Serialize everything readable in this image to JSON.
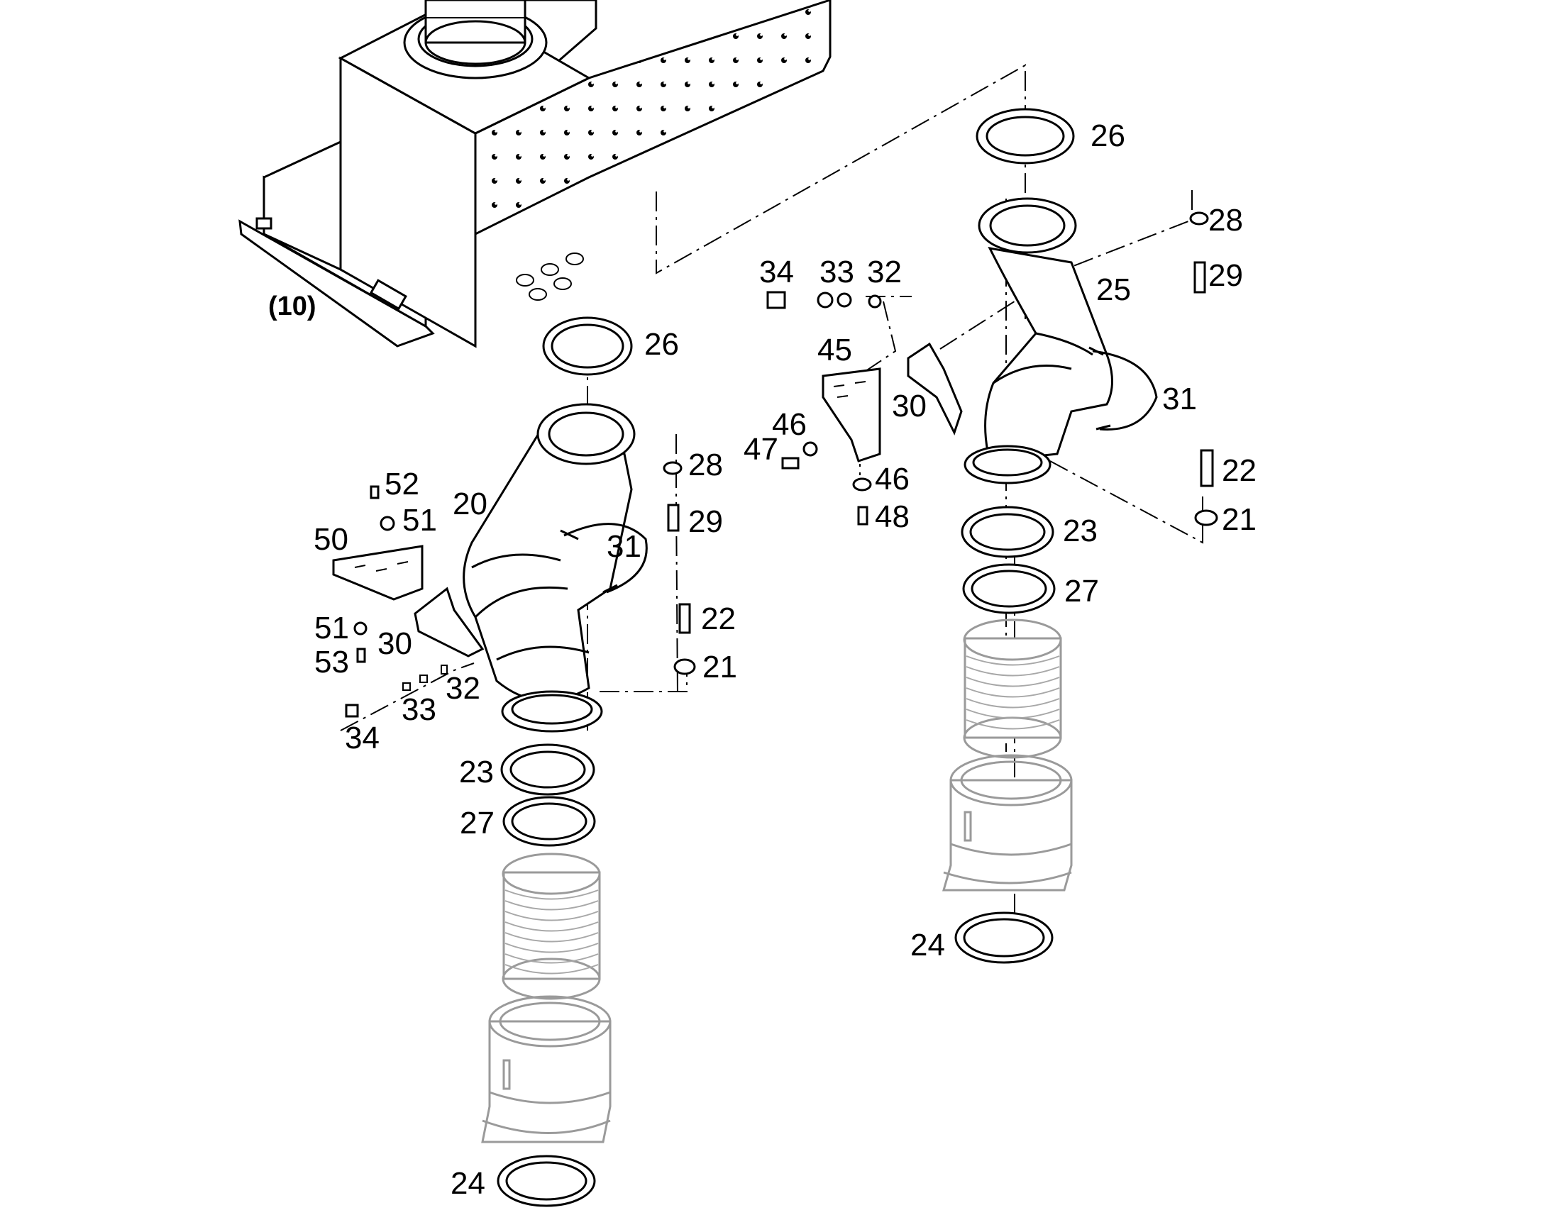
{
  "diagram": {
    "assembly_ref": "(10)",
    "callouts": {
      "c10": "(10)",
      "l26": "26",
      "l20": "20",
      "l28": "28",
      "l29": "29",
      "l31": "31",
      "l22": "22",
      "l21": "21",
      "l52": "52",
      "l51a": "51",
      "l50": "50",
      "l51b": "51",
      "l53": "53",
      "l30": "30",
      "l32": "32",
      "l33": "33",
      "l34": "34",
      "l23": "23",
      "l27": "27",
      "l24": "24",
      "r26": "26",
      "r28": "28",
      "r29": "29",
      "r25": "25",
      "r34": "34",
      "r33": "33",
      "r32": "32",
      "r45": "45",
      "r30": "30",
      "r31": "31",
      "r46a": "46",
      "r47": "47",
      "r46b": "46",
      "r48": "48",
      "r22": "22",
      "r21": "21",
      "r23": "23",
      "r27": "27",
      "r24": "24"
    }
  }
}
